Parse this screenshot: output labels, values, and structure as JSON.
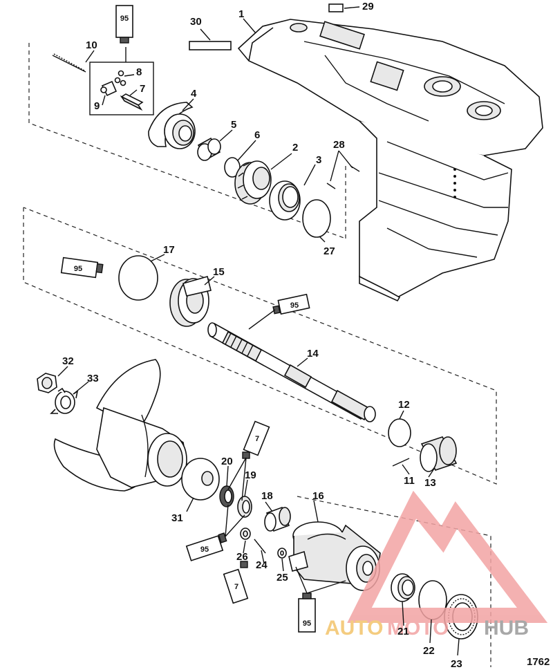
{
  "parts": [
    {
      "id": "1",
      "label": "1"
    },
    {
      "id": "2",
      "label": "2"
    },
    {
      "id": "3",
      "label": "3"
    },
    {
      "id": "4",
      "label": "4"
    },
    {
      "id": "5",
      "label": "5"
    },
    {
      "id": "6",
      "label": "6"
    },
    {
      "id": "7",
      "label": "7"
    },
    {
      "id": "8",
      "label": "8"
    },
    {
      "id": "9",
      "label": "9"
    },
    {
      "id": "10",
      "label": "10"
    },
    {
      "id": "11",
      "label": "11"
    },
    {
      "id": "12",
      "label": "12"
    },
    {
      "id": "13",
      "label": "13"
    },
    {
      "id": "14",
      "label": "14"
    },
    {
      "id": "15",
      "label": "15"
    },
    {
      "id": "16",
      "label": "16"
    },
    {
      "id": "17",
      "label": "17"
    },
    {
      "id": "18",
      "label": "18"
    },
    {
      "id": "19",
      "label": "19"
    },
    {
      "id": "20",
      "label": "20"
    },
    {
      "id": "21",
      "label": "21"
    },
    {
      "id": "22",
      "label": "22"
    },
    {
      "id": "23",
      "label": "23"
    },
    {
      "id": "24",
      "label": "24"
    },
    {
      "id": "25",
      "label": "25"
    },
    {
      "id": "26",
      "label": "26"
    },
    {
      "id": "27",
      "label": "27"
    },
    {
      "id": "28",
      "label": "28"
    },
    {
      "id": "29",
      "label": "29"
    },
    {
      "id": "30",
      "label": "30"
    },
    {
      "id": "31",
      "label": "31"
    },
    {
      "id": "32",
      "label": "32"
    },
    {
      "id": "33",
      "label": "33"
    }
  ],
  "lubricant_tubes": {
    "tube_95": "95",
    "tube_7": "7"
  },
  "watermark": {
    "part1": "AUTO",
    "part2": "MOTO",
    "part3": "HUB",
    "color_primary": "#f2a3a3",
    "color_accent": "#f3c46a"
  },
  "figure_number": "1762"
}
